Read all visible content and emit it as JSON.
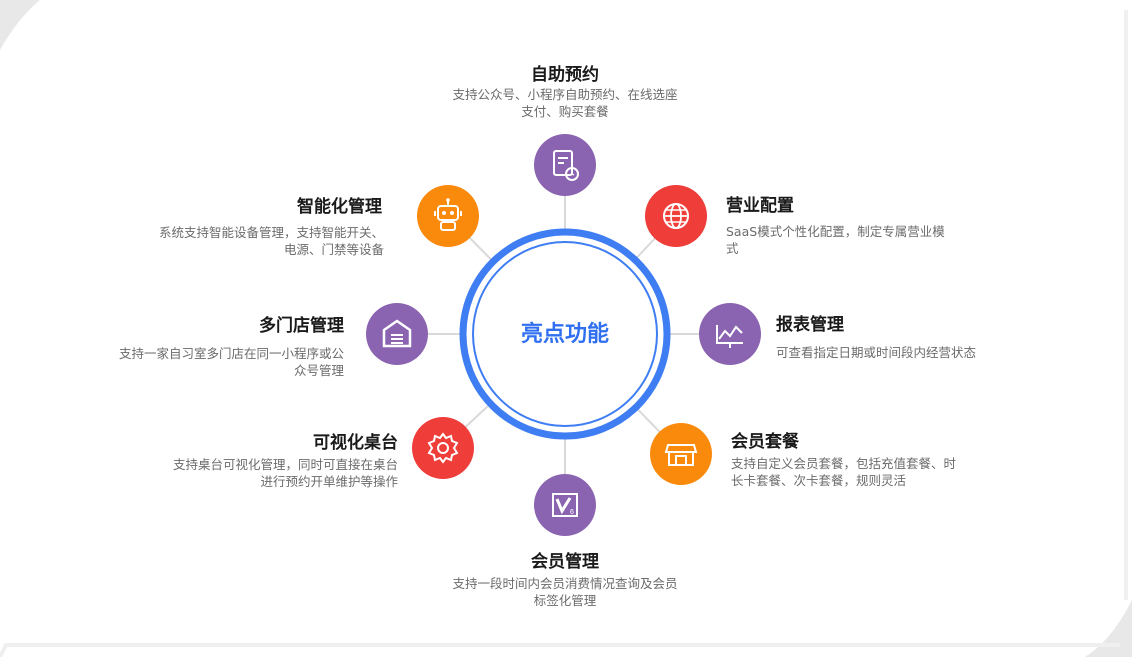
{
  "hub": {
    "label": "亮点功能"
  },
  "features": [
    {
      "id": "self-booking",
      "icon": "booking-calendar-icon",
      "color": "#8a64b0",
      "title": "自助预约",
      "desc": [
        "支持公众号、小程序自助预约、在线选座",
        "支付、购买套餐"
      ]
    },
    {
      "id": "business-config",
      "icon": "globe-icon",
      "color": "#ef3d3a",
      "title": "营业配置",
      "desc": [
        "SaaS模式个性化配置，制定专属营业模",
        "式"
      ]
    },
    {
      "id": "report-management",
      "icon": "line-chart-icon",
      "color": "#8a64b0",
      "title": "报表管理",
      "desc": [
        "可查看指定日期或时间段内经营状态"
      ]
    },
    {
      "id": "membership-package",
      "icon": "storefront-icon",
      "color": "#f98a0c",
      "title": "会员套餐",
      "desc": [
        "支持自定义会员套餐，包括充值套餐、时",
        "长卡套餐、次卡套餐，规则灵活"
      ]
    },
    {
      "id": "member-management",
      "icon": "v-badge-icon",
      "color": "#8a64b0",
      "title": "会员管理",
      "desc": [
        "支持一段时间内会员消费情况查询及会员",
        "标签化管理"
      ]
    },
    {
      "id": "visual-desk",
      "icon": "gear-icon",
      "color": "#ef3d3a",
      "title": "可视化桌台",
      "desc": [
        "支持桌台可视化管理，同时可直接在桌台",
        "进行预约开单维护等操作"
      ]
    },
    {
      "id": "multi-store",
      "icon": "warehouse-icon",
      "color": "#8a64b0",
      "title": "多门店管理",
      "desc": [
        "支持一家自习室多门店在同一小程序或公",
        "众号管理"
      ]
    },
    {
      "id": "smart-management",
      "icon": "robot-icon",
      "color": "#f98a0c",
      "title": "智能化管理",
      "desc": [
        "系统支持智能设备管理，支持智能开关、",
        "电源、门禁等设备"
      ]
    }
  ]
}
